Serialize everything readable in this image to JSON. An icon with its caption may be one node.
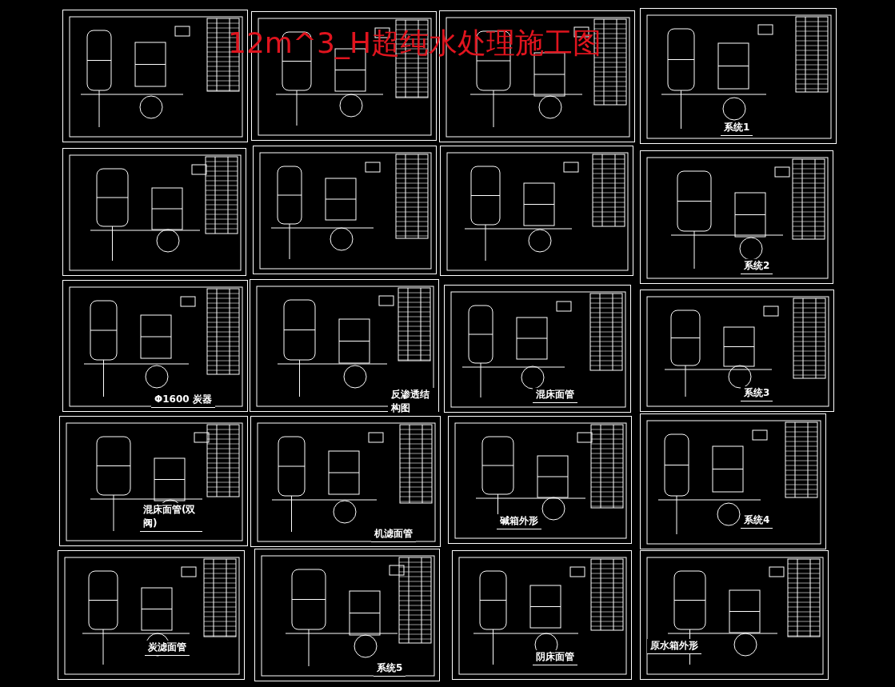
{
  "diagram": {
    "title": "12m^3_H超纯水处理施工图",
    "nodes": [
      {
        "text": [],
        "shape": "box"
      },
      {
        "text": [],
        "shape": "box"
      },
      {
        "text": [],
        "shape": "box"
      },
      {
        "text": [
          "系统1"
        ]
      },
      {
        "text": [],
        "shape": "box"
      },
      {
        "text": [],
        "shape": "box"
      },
      {
        "text": [],
        "shape": "box"
      },
      {
        "text": [
          "系统2"
        ]
      },
      {
        "text": [
          "Φ1600 炭器"
        ]
      },
      {
        "text": [
          "反渗透结构图"
        ]
      },
      {
        "text": [
          "混床面管"
        ]
      },
      {
        "text": [
          "系统3"
        ]
      },
      {
        "text": [
          "混床面管(双阀)"
        ]
      },
      {
        "text": [
          "机滤面管"
        ]
      },
      {
        "text": [
          "碱箱外形"
        ]
      },
      {
        "text": [
          "系统4"
        ]
      },
      {
        "text": [
          "炭滤面管"
        ]
      },
      {
        "text": [
          "系统5"
        ]
      },
      {
        "text": [
          "阴床面管"
        ]
      },
      {
        "text": [
          "原水箱外形"
        ]
      }
    ]
  }
}
